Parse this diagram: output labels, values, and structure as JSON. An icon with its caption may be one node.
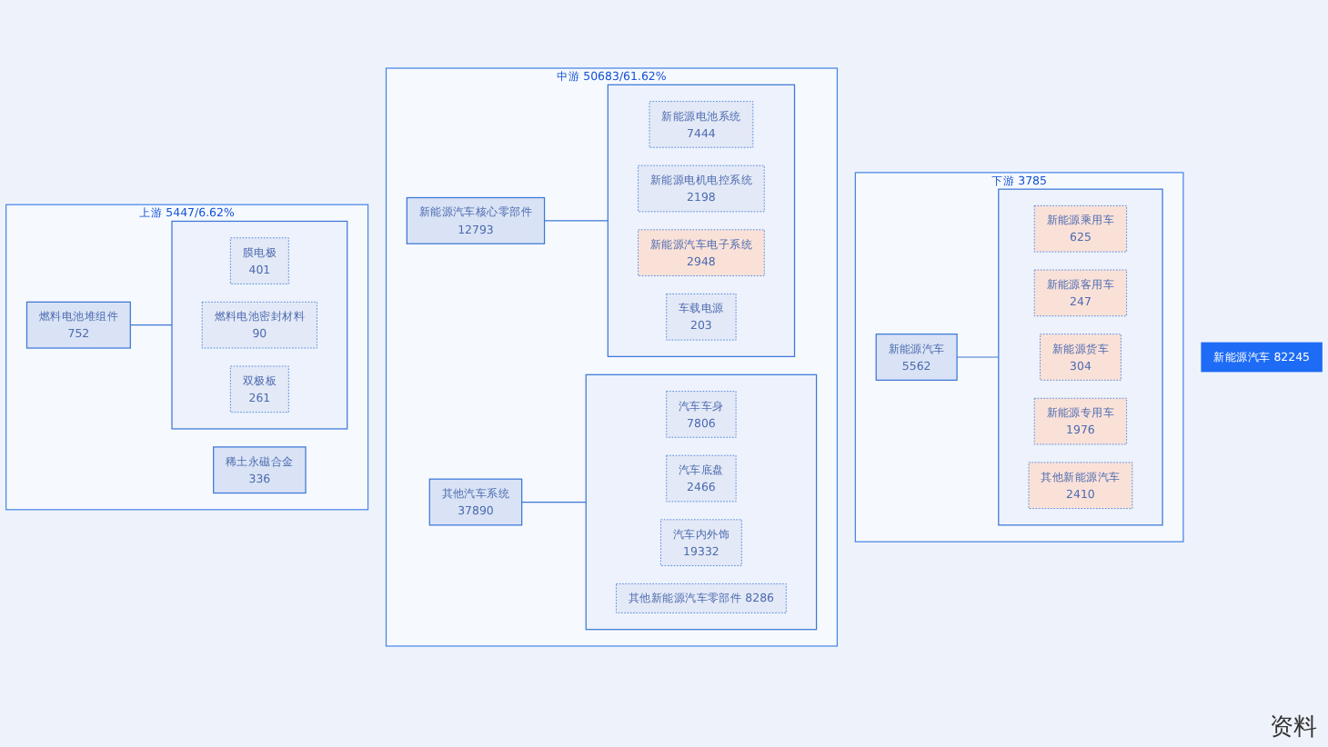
{
  "diagram": {
    "nodes": [
      {
        "text": [
          "新能源汽车 82245"
        ]
      },
      {
        "text": [
          "上游 5447/6.62%"
        ]
      },
      {
        "text": [
          "燃料电池堆组件",
          "752"
        ],
        "in": 1
      },
      {
        "text": [
          "稀土永磁合金",
          "336"
        ],
        "in": 1
      },
      {
        "text": [],
        "shape": "box",
        "in": 1
      },
      {
        "text": [
          "膜电极",
          "401"
        ],
        "in": 4
      },
      {
        "text": [
          "燃料电池密封材料",
          "90"
        ],
        "in": 4
      },
      {
        "text": [
          "双极板",
          "261"
        ],
        "in": 4
      },
      {
        "text": [
          "中游 50683/61.62%"
        ]
      },
      {
        "text": [
          "新能源汽车核心零部件",
          "12793"
        ],
        "in": 8
      },
      {
        "text": [
          "其他汽车系统",
          "37890"
        ],
        "in": 8
      },
      {
        "text": [],
        "shape": "box",
        "in": 8
      },
      {
        "text": [
          "新能源电池系统",
          "7444"
        ],
        "in": 11
      },
      {
        "text": [
          "新能源电机电控系统",
          "2198"
        ],
        "in": 11
      },
      {
        "text": [
          "新能源汽车电子系统",
          "2948"
        ],
        "in": 11
      },
      {
        "text": [
          "车载电源",
          "203"
        ],
        "in": 11
      },
      {
        "text": [],
        "shape": "box",
        "in": 8
      },
      {
        "text": [
          "汽车车身",
          "7806"
        ],
        "in": 16
      },
      {
        "text": [
          "汽车底盘",
          "2466"
        ],
        "in": 16
      },
      {
        "text": [
          "汽车内外饰",
          "19332"
        ],
        "in": 16
      },
      {
        "text": [
          "其他新能源汽车零部件 8286"
        ],
        "in": 16
      },
      {
        "text": [
          "下游 3785"
        ]
      },
      {
        "text": [
          "新能源汽车",
          "5562"
        ],
        "in": 21
      },
      {
        "text": [],
        "shape": "box",
        "in": 21
      },
      {
        "text": [
          "新能源乘用车",
          "625"
        ],
        "in": 23
      },
      {
        "text": [
          "新能源客用车",
          "247"
        ],
        "in": 23
      },
      {
        "text": [
          "新能源货车",
          "304"
        ],
        "in": 23
      },
      {
        "text": [
          "新能源专用车",
          "1976"
        ],
        "in": 23
      },
      {
        "text": [
          "其他新能源汽车",
          "2410"
        ],
        "in": 23
      }
    ],
    "edges": [
      {
        "from": 2,
        "to": 4,
        "arrow": "none"
      },
      {
        "from": 9,
        "to": 11,
        "arrow": "none"
      },
      {
        "from": 10,
        "to": 16,
        "arrow": "none"
      },
      {
        "from": 22,
        "to": 23,
        "arrow": "none"
      }
    ],
    "labels": [
      "资料"
    ]
  }
}
